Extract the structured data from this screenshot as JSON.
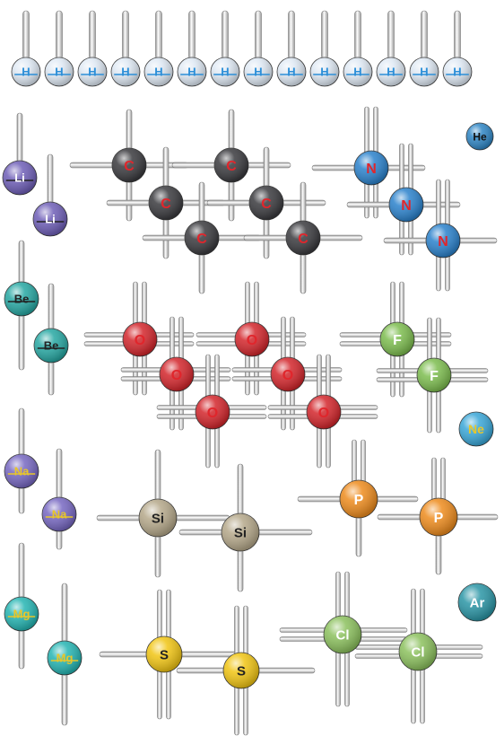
{
  "colors": {
    "H": "#dfe9f4",
    "Li": "#6f5fb8",
    "Be": "#27a8a3",
    "Na": "#7768c2",
    "Mg": "#25b5b3",
    "C": "#3a3a3e",
    "N": "#2b82cc",
    "O": "#d3262c",
    "F": "#7dbd4f",
    "Si": "#b5a88a",
    "P": "#ee8c1e",
    "S": "#f1c514",
    "Cl": "#8cc15e",
    "He": "#2f86c5",
    "Ne": "#3aa7d8",
    "Ar": "#2b96a6",
    "textRed": "#e0262c",
    "textBlue": "#2d8fd8",
    "textWhite": "#ffffff",
    "textDark": "#222222",
    "textYellow": "#e8c62a"
  },
  "hydrogen": {
    "label": "H",
    "count": 14
  },
  "lithium": [
    {
      "label": "Li"
    },
    {
      "label": "Li"
    }
  ],
  "beryllium": [
    {
      "label": "Be"
    },
    {
      "label": "Be"
    }
  ],
  "sodium": [
    {
      "label": "Na"
    },
    {
      "label": "Na"
    }
  ],
  "magnesium": [
    {
      "label": "Mg"
    },
    {
      "label": "Mg"
    }
  ],
  "carbon": [
    {
      "label": "C"
    },
    {
      "label": "C"
    },
    {
      "label": "C"
    },
    {
      "label": "C"
    },
    {
      "label": "C"
    },
    {
      "label": "C"
    }
  ],
  "nitrogen": [
    {
      "label": "N"
    },
    {
      "label": "N"
    },
    {
      "label": "N"
    }
  ],
  "oxygen": [
    {
      "label": "O"
    },
    {
      "label": "O"
    },
    {
      "label": "O"
    },
    {
      "label": "O"
    },
    {
      "label": "O"
    },
    {
      "label": "O"
    }
  ],
  "fluorine": [
    {
      "label": "F"
    },
    {
      "label": "F"
    }
  ],
  "silicon": [
    {
      "label": "Si"
    },
    {
      "label": "Si"
    }
  ],
  "phosphorus": [
    {
      "label": "P"
    },
    {
      "label": "P"
    }
  ],
  "sulfur": [
    {
      "label": "S"
    },
    {
      "label": "S"
    }
  ],
  "chlorine": [
    {
      "label": "Cl"
    },
    {
      "label": "Cl"
    }
  ],
  "noble": {
    "he": "He",
    "ne": "Ne",
    "ar": "Ar"
  }
}
